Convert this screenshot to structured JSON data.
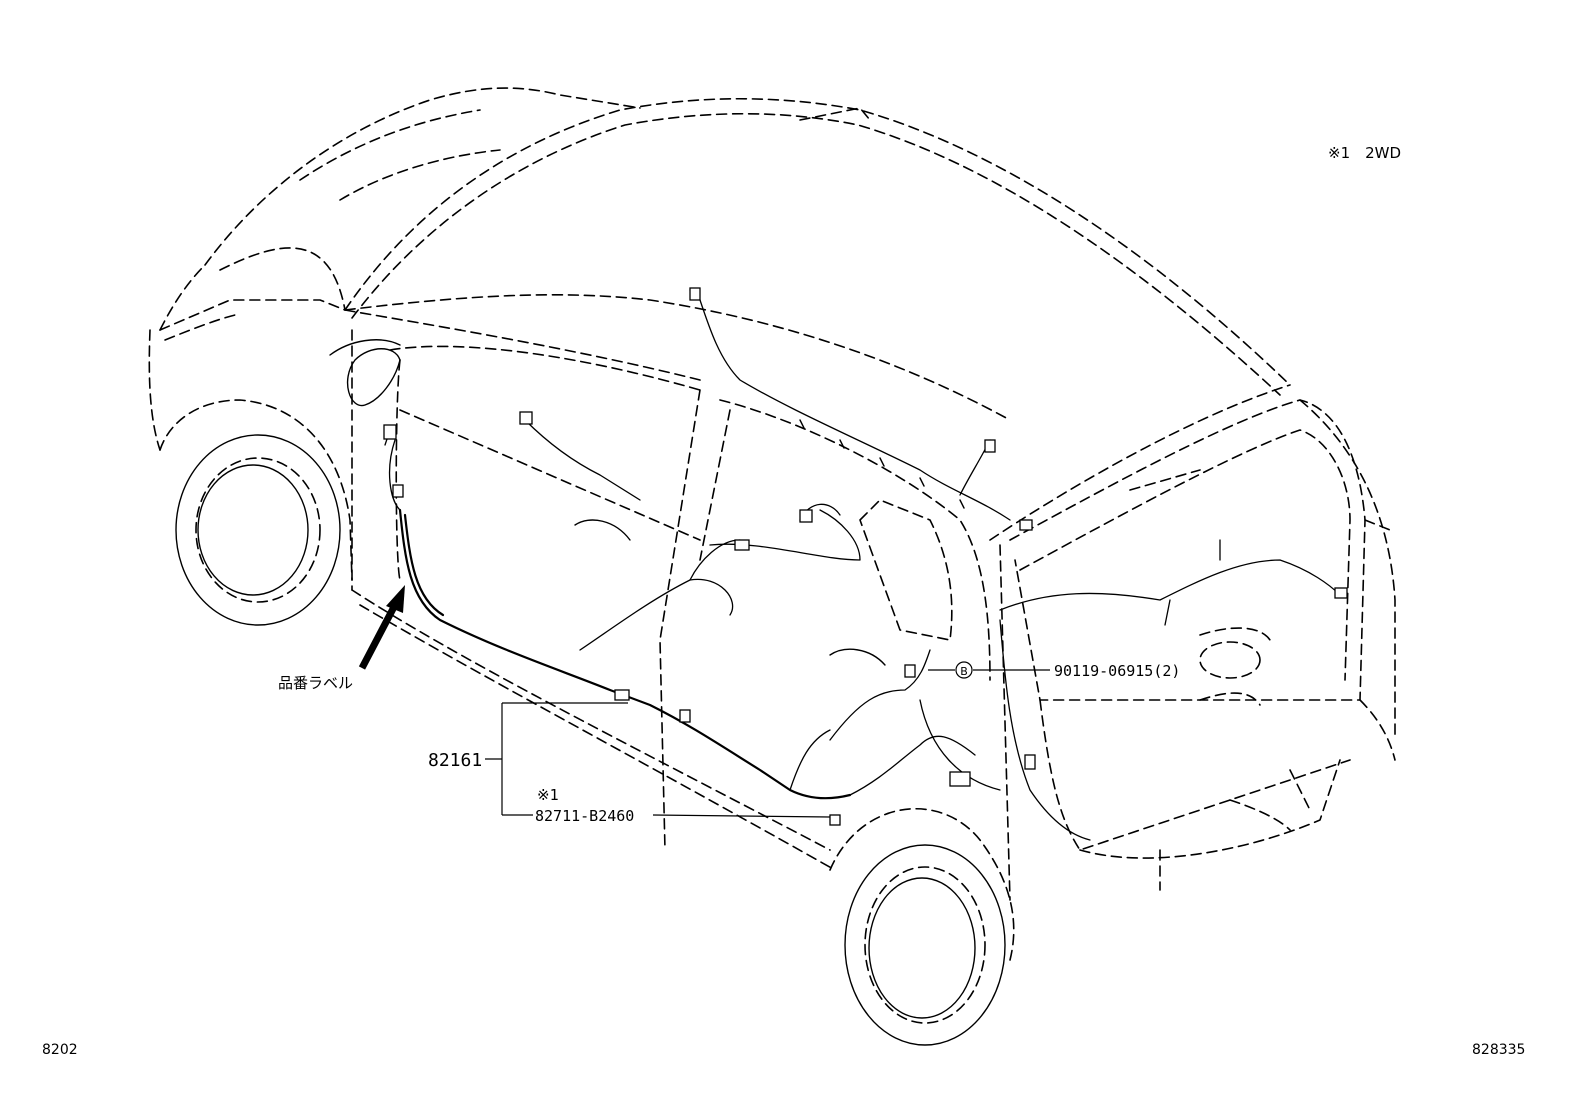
{
  "labels": {
    "note_1": "※1　2WD",
    "part_label": "品番ラベル",
    "part_82161": "82161",
    "marker_1": "※1",
    "part_82711": "82711-B2460",
    "callout_b": "B",
    "part_90119": "90119-06915(2)",
    "footer_left": "8202",
    "footer_right": "828335"
  }
}
